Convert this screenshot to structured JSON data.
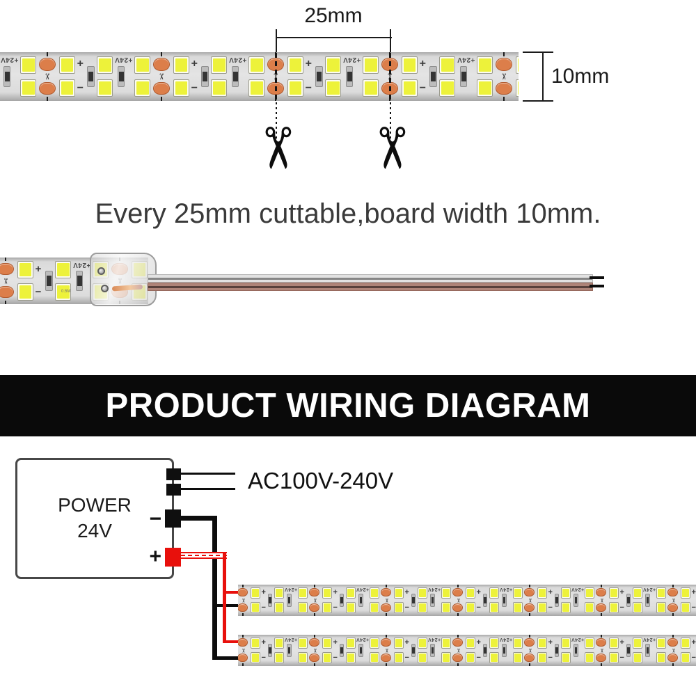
{
  "colors": {
    "banner_bg": "#0a0a0a",
    "banner_text": "#ffffff",
    "wire_red": "#e8100c",
    "wire_black": "#0d0d0d",
    "pcb_gray": "#dcdcdc",
    "led_yellow": "#edf23a",
    "pad_orange": "#dc7e4a",
    "text_dark": "#3a3a3a"
  },
  "icons": {
    "scissors": "✂"
  },
  "cutting_section": {
    "dim_length": "25mm",
    "dim_width": "10mm",
    "caption": "Every 25mm cuttable,board width 10mm."
  },
  "strip_markings": {
    "voltage": "+24V",
    "plus": "+",
    "minus": "−",
    "length_note": "0.5M"
  },
  "banner": {
    "title": "PRODUCT WIRING DIAGRAM"
  },
  "wiring_diagram": {
    "psu_label_1": "POWER",
    "psu_label_2": "24V",
    "ac_input_label": "AC100V-240V",
    "minus_terminal": "−",
    "plus_terminal": "+"
  }
}
